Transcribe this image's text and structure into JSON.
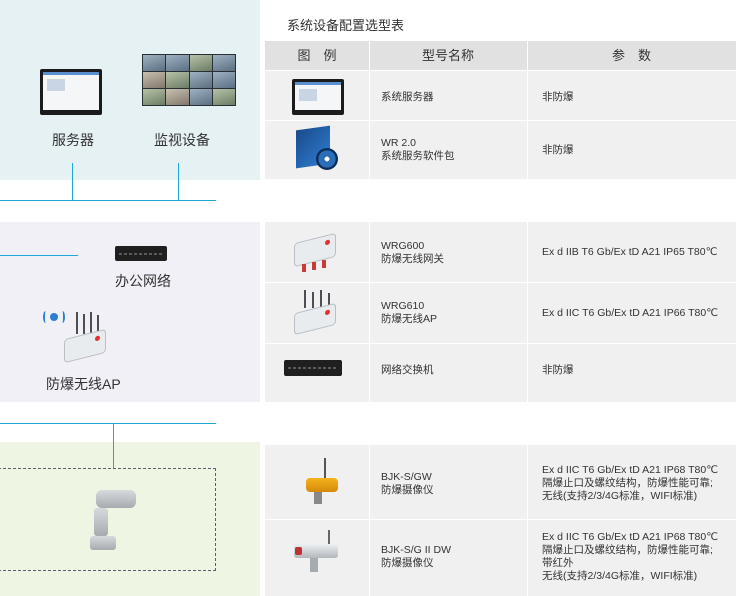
{
  "diagram": {
    "server_label": "服务器",
    "monitor_label": "监视设备",
    "office_network_label": "办公网络",
    "wireless_ap_label": "防爆无线AP"
  },
  "table": {
    "title": "系统设备配置选型表",
    "headers": [
      "图　例",
      "型号名称",
      "参　数"
    ],
    "rows": [
      {
        "icon": "server-monitor-icon",
        "name_lines": [
          "系统服务器"
        ],
        "param_lines": [
          "非防爆"
        ]
      },
      {
        "icon": "software-package-icon",
        "name_lines": [
          "WR 2.0",
          "系统服务软件包"
        ],
        "param_lines": [
          "非防爆"
        ]
      },
      {
        "icon": "wireless-gateway-icon",
        "name_lines": [
          "WRG600",
          "防爆无线网关"
        ],
        "param_lines": [
          "Ex d IIB T6 Gb/Ex tD A21 IP65 T80℃"
        ]
      },
      {
        "icon": "wireless-ap-icon",
        "name_lines": [
          "WRG610",
          "防爆无线AP"
        ],
        "param_lines": [
          "Ex d IIC T6 Gb/Ex tD A21 IP66 T80℃"
        ]
      },
      {
        "icon": "network-switch-icon",
        "name_lines": [
          "网络交换机"
        ],
        "param_lines": [
          "非防爆"
        ]
      },
      {
        "icon": "explosion-proof-camera-icon",
        "name_lines": [
          "BJK-S/GW",
          "防爆摄像仪"
        ],
        "param_lines": [
          "Ex d IIC T6 Gb/Ex tD A21 IP68 T80℃",
          "隔爆止口及螺纹结构，防爆性能可靠;",
          "无线(支持2/3/4G标准，WIFI标准)"
        ]
      },
      {
        "icon": "infrared-camera-icon",
        "name_lines": [
          "BJK-S/G II DW",
          "防爆摄像仪"
        ],
        "param_lines": [
          "Ex d IIC T6 Gb/Ex tD A21 IP68 T80℃",
          "隔爆止口及螺纹结构，防爆性能可靠;",
          "带红外",
          "无线(支持2/3/4G标准，WIFI标准)"
        ]
      }
    ]
  }
}
